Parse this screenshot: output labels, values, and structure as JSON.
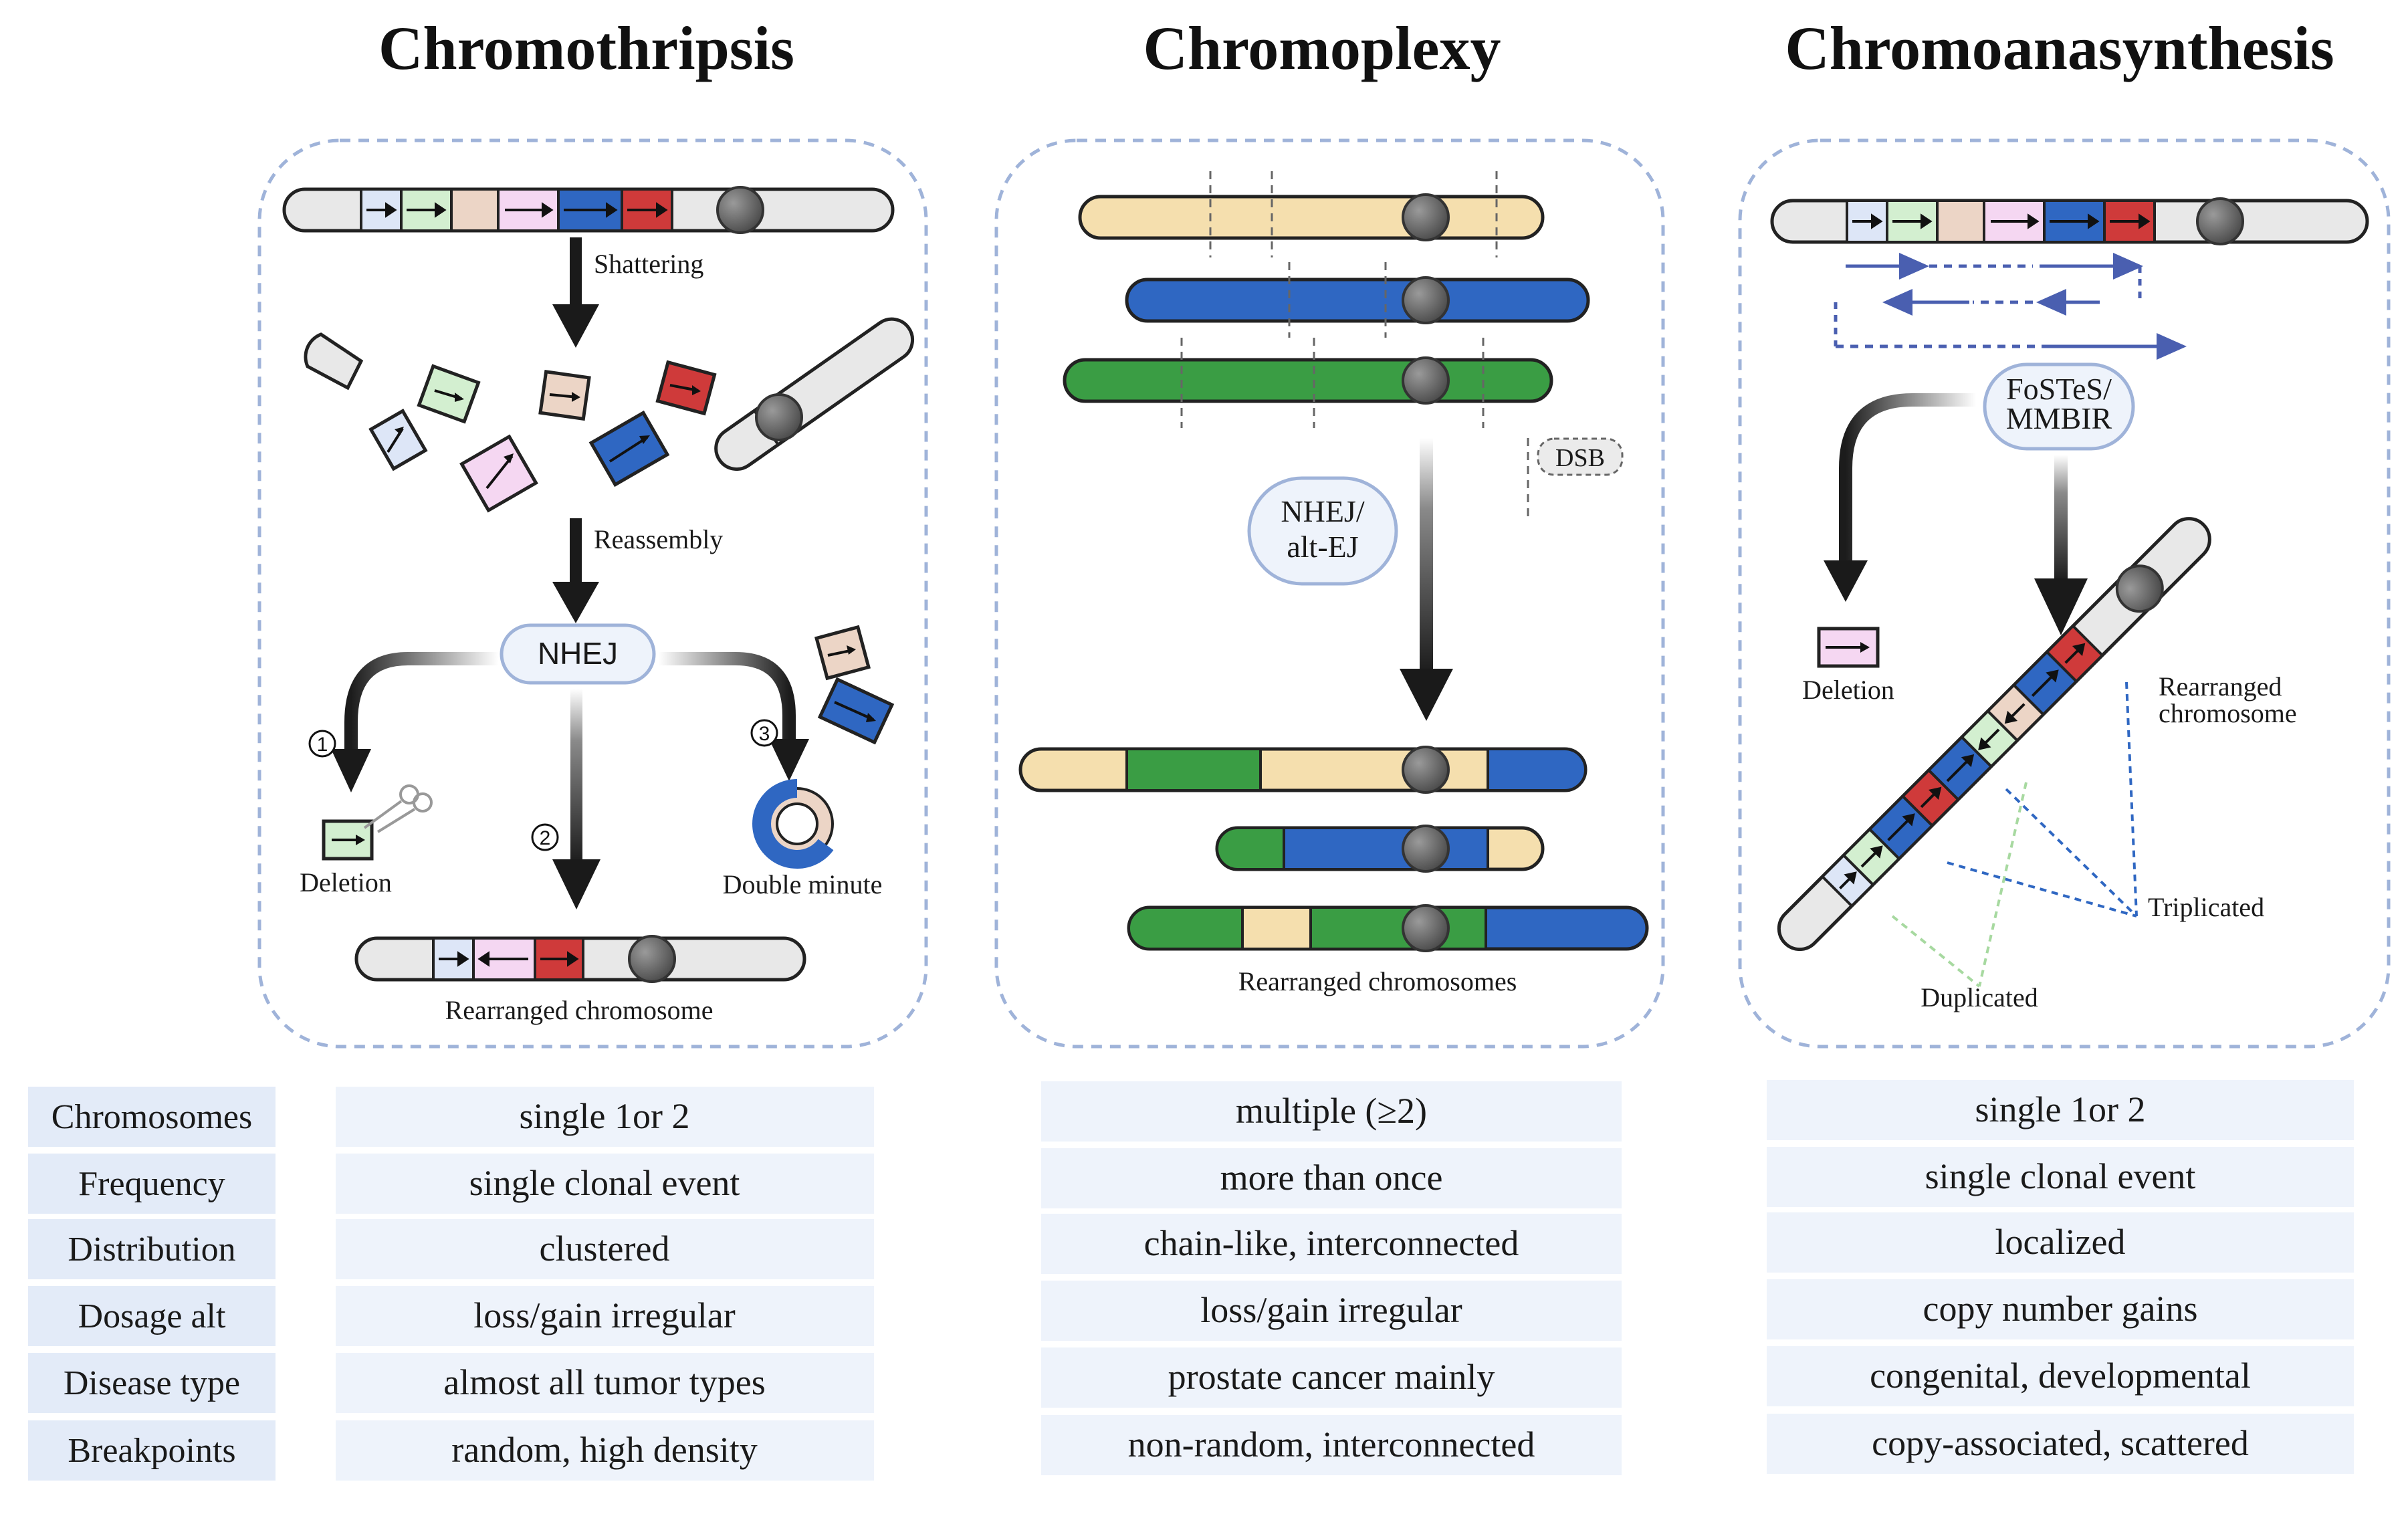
{
  "titles": {
    "chromothripsis": "Chromothripsis",
    "chromoplexy": "Chromoplexy",
    "chromoanasynthesis": "Chromoanasynthesis"
  },
  "chromothripsis_panel": {
    "step1": "Shattering",
    "step2": "Reassembly",
    "repair": "NHEJ",
    "outcomes": [
      {
        "number": "1",
        "label": "Deletion"
      },
      {
        "number": "2",
        "label": "Rearranged chromosome"
      },
      {
        "number": "3",
        "label": "Double minute"
      }
    ]
  },
  "chromoplexy_panel": {
    "dsb": "DSB",
    "repair_line1": "NHEJ/",
    "repair_line2": "alt-EJ",
    "result": "Rearranged chromosomes"
  },
  "chromoanasynthesis_panel": {
    "mechanism_line1": "FoSTeS/",
    "mechanism_line2": "MMBIR",
    "deletion": "Deletion",
    "result_line1": "Rearranged",
    "result_line2": "chromosome",
    "triplicated": "Triplicated",
    "duplicated": "Duplicated"
  },
  "table": {
    "rows": [
      "Chromosomes",
      "Frequency",
      "Distribution",
      "Dosage alt",
      "Disease type",
      "Breakpoints"
    ],
    "chromothripsis": [
      "single 1or 2",
      "single clonal event",
      "clustered",
      "loss/gain irregular",
      "almost all tumor types",
      "random, high density"
    ],
    "chromoplexy": [
      "multiple (≥2)",
      "more than once",
      "chain-like, interconnected",
      "loss/gain irregular",
      "prostate cancer mainly",
      "non-random, interconnected"
    ],
    "chromoanasynthesis": [
      "single 1or 2",
      "single clonal event",
      "localized",
      "copy number gains",
      "congenital, developmental",
      "copy-associated, scattered"
    ]
  },
  "colors": {
    "light_blue": "#dde6f7",
    "light_green": "#d3efd0",
    "tan": "#ecd5c6",
    "pink": "#f5d7f2",
    "blue": "#2f67c2",
    "red": "#cf3a3a",
    "cream": "#f5dfae",
    "green": "#3a9d44",
    "panel_border": "#9fb3d9"
  }
}
